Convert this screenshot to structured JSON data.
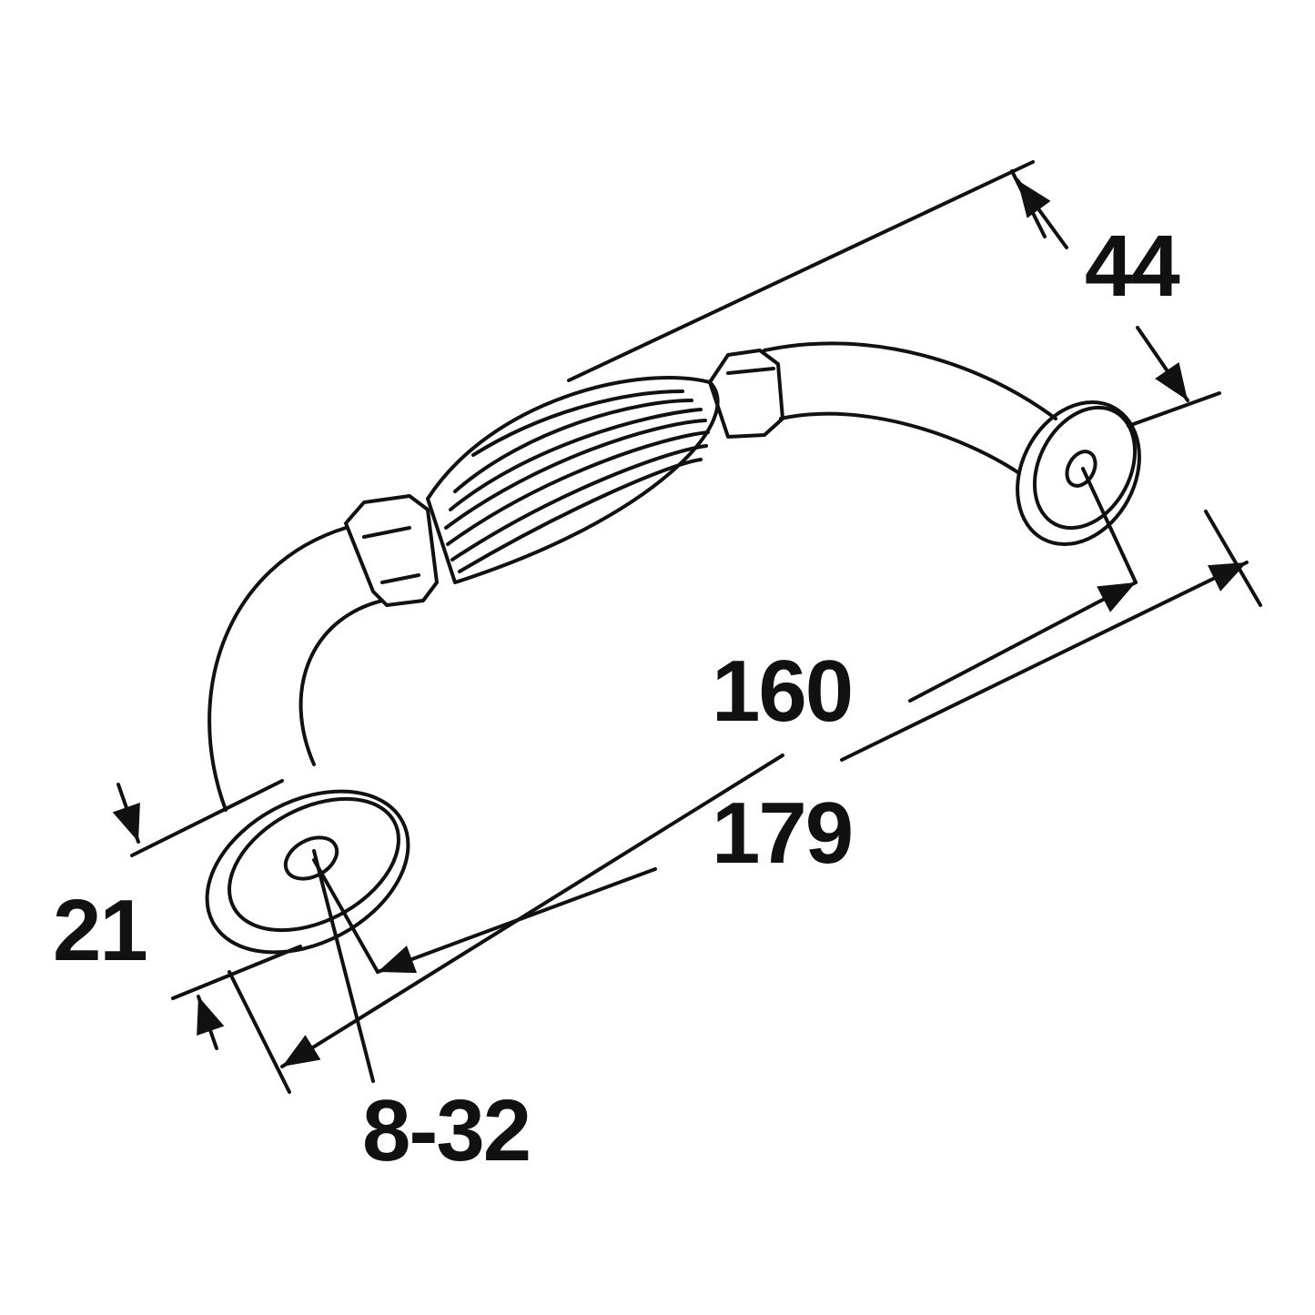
{
  "drawing": {
    "subject": "handle",
    "dimensions": {
      "projection": "44",
      "hole_centres": "160",
      "overall_length": "179",
      "base_height": "21",
      "thread": "8-32"
    },
    "line_color": "#111111",
    "background": "#ffffff"
  }
}
